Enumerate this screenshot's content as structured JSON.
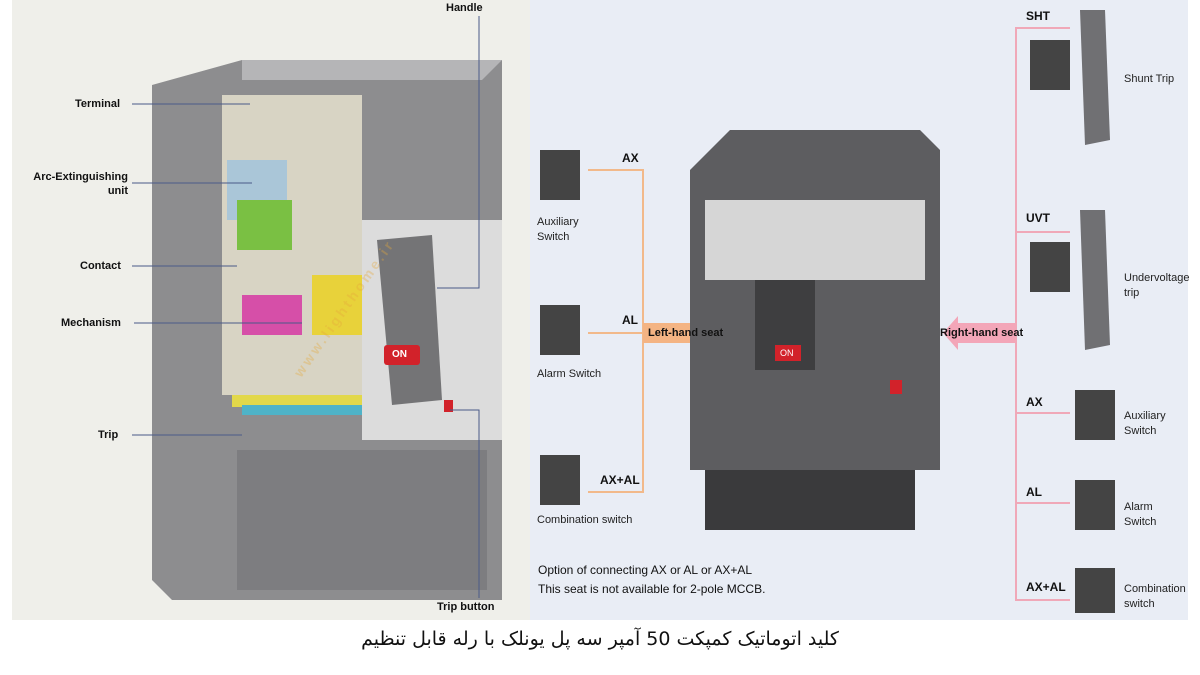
{
  "left_diagram": {
    "labels": {
      "terminal": "Terminal",
      "arc_unit": "Arc-Extinguishing unit",
      "contact": "Contact",
      "mechanism": "Mechanism",
      "trip": "Trip",
      "handle": "Handle",
      "trip_button": "Trip button"
    },
    "on_label": "ON"
  },
  "right_diagram": {
    "left_accessories": [
      {
        "code": "AX",
        "name": "Auxiliary Switch"
      },
      {
        "code": "AL",
        "name": "Alarm Switch"
      },
      {
        "code": "AX+AL",
        "name": "Combination switch"
      }
    ],
    "left_seat": "Left-hand seat",
    "right_seat": "Right-hand seat",
    "right_accessories": [
      {
        "code": "SHT",
        "name": "Shunt Trip"
      },
      {
        "code": "UVT",
        "name": "Undervoltage trip"
      },
      {
        "code": "AX",
        "name": "Auxiliary Switch"
      },
      {
        "code": "AL",
        "name": "Alarm Switch"
      },
      {
        "code": "AX+AL",
        "name": "Combination switch"
      }
    ],
    "note_line1": "Option of connecting AX or AL or AX+AL",
    "note_line2": "This seat is not available for 2-pole MCCB.",
    "on_label": "ON",
    "colors": {
      "left_line": "#f2b98a",
      "right_line": "#f0a8b8"
    }
  },
  "watermark": "www.lighthome.ir",
  "caption": "کلید اتوماتیک کمپکت 50 آمپر سه پل یونلک با رله قابل تنظیم"
}
